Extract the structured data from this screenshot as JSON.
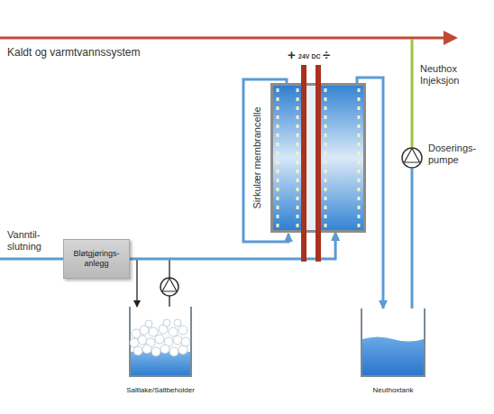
{
  "diagram": {
    "nodes": [
      {
        "text": [
          "Bløtgjørings-anlegg"
        ]
      },
      {
        "text": [
          "Sirkulær membrancelle"
        ]
      },
      {
        "text": [
          "Saltlake/Saltbeholder"
        ]
      },
      {
        "text": [
          "Neuthoxtank"
        ]
      },
      {
        "text": [
          "Doserings-pumpe"
        ]
      }
    ],
    "edges": [
      {
        "from": 0,
        "to": 1,
        "arrow": "to"
      },
      {
        "from": 0,
        "to": 2,
        "arrow": "to"
      },
      {
        "from": 2,
        "to": 1,
        "arrow": "to"
      },
      {
        "from": 1,
        "to": 3,
        "arrow": "to"
      },
      {
        "from": 3,
        "to": 4,
        "arrow": "none"
      }
    ],
    "labels": [
      "Kaldt og varmtvannssystem",
      "Vanntil-slutning",
      "Neuthox Injeksjon",
      "+",
      "24V DC",
      "÷"
    ]
  }
}
